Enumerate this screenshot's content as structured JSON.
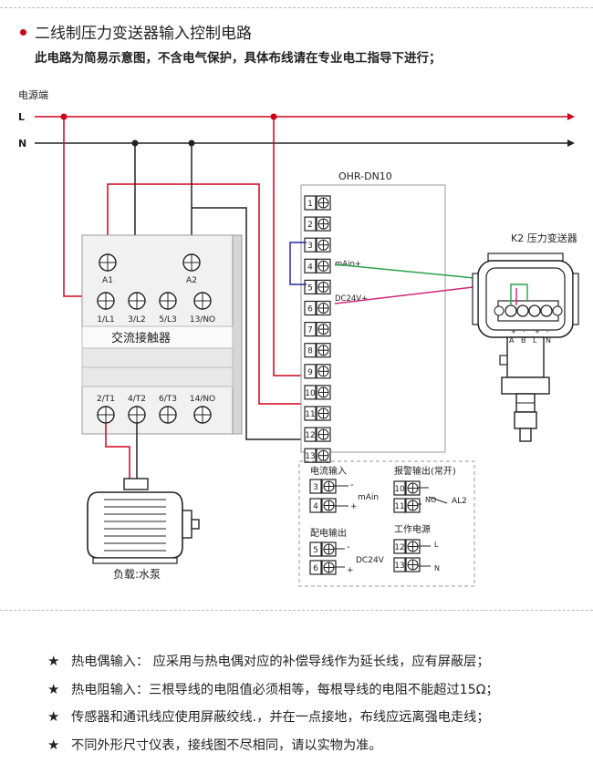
{
  "header": {
    "title": "二线制压力变送器输入控制电路",
    "subtitle": "此电路为简易示意图，不含电气保护，具体布线请在专业电工指导下进行；"
  },
  "power": {
    "label": "电源端",
    "line_l": "L",
    "line_n": "N"
  },
  "contactor": {
    "coil_labels": [
      "A1",
      "A2"
    ],
    "top_terminals": [
      "1/L1",
      "3/L2",
      "5/L3",
      "13/NO"
    ],
    "name": "交流接触器",
    "bottom_terminals": [
      "2/T1",
      "4/T2",
      "6/T3",
      "14/NO"
    ]
  },
  "controller": {
    "model": "OHR-DN10",
    "terminals": [
      "1",
      "2",
      "3",
      "4",
      "5",
      "6",
      "7",
      "8",
      "9",
      "10",
      "11",
      "12",
      "13"
    ],
    "label_4": "mAin+",
    "label_6": "DC24V+"
  },
  "transmitter": {
    "title": "K2 压力变送器",
    "terminal_letters": [
      "A",
      "B",
      "L",
      "N"
    ],
    "polarity": [
      "+",
      "-",
      "+",
      "-"
    ]
  },
  "motor": {
    "label": "负载:水泵"
  },
  "legend": {
    "current_input": {
      "title": "电流输入",
      "terminals": [
        "3",
        "4"
      ],
      "signs": [
        "-",
        "+"
      ],
      "signal": "mAin"
    },
    "alarm_output": {
      "title": "报警输出(常开)",
      "terminals": [
        "10",
        "11"
      ],
      "no": "NO",
      "signal": "AL2"
    },
    "power_output": {
      "title": "配电输出",
      "terminals": [
        "5",
        "6"
      ],
      "signs": [
        "-",
        "+"
      ],
      "signal": "DC24V"
    },
    "work_power": {
      "title": "工作电源",
      "terminals": [
        "12",
        "13"
      ],
      "l": "L",
      "n": "N"
    }
  },
  "notes": [
    "热电偶输入： 应采用与热电偶对应的补偿导线作为延长线，应有屏蔽层；",
    "热电阻输入：三根导线的电阻值必须相等，每根导线的电阻不能超过15Ω；",
    "传感器和通讯线应使用屏蔽绞线.，并在一点接地，布线应远离强电走线；",
    "不同外形尺寸仪表，接线图不尽相同，请以实物为准。"
  ],
  "note_bullet": "★",
  "colors": {
    "accent": "#d0021b",
    "wire_l": "#d0021b",
    "wire_n": "#222222",
    "wire_signal": "#2aa14a",
    "wire_power": "#d6237a",
    "wire_loop": "#1f2aa6"
  }
}
